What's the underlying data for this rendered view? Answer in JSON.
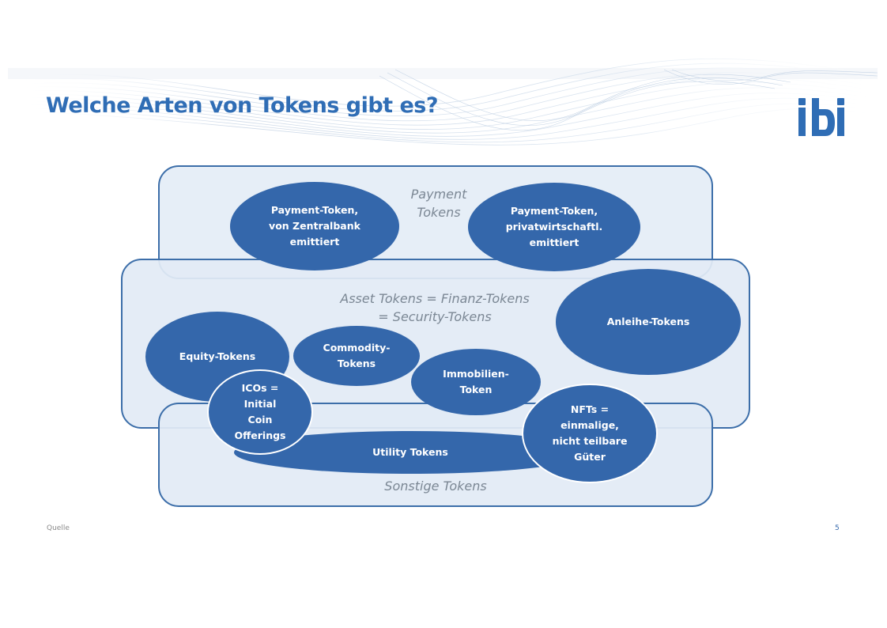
{
  "slide": {
    "title": "Welche Arten von Tokens gibt es?",
    "source_label": "Quelle",
    "page_number": "5"
  },
  "logo": {
    "text": "ibi"
  },
  "colors": {
    "title": "#2f6db5",
    "oval_fill": "#3467ab",
    "zone_fill": "#e6eef7",
    "zone_border": "#3c6ea9",
    "zone_label": "#7b8794"
  },
  "zones": {
    "payment": {
      "label": "Payment\nTokens"
    },
    "asset": {
      "label": "Asset Tokens = Finanz-Tokens\n= Security-Tokens"
    },
    "other": {
      "label": "Sonstige Tokens"
    }
  },
  "ovals": {
    "payment_central": "Payment-Token,\nvon Zentralbank\nemittiert",
    "payment_private": "Payment-Token,\nprivatwirtschaftl.\nemittiert",
    "anleihe": "Anleihe-Tokens",
    "equity": "Equity-Tokens",
    "commodity": "Commodity-\nTokens",
    "immobilien": "Immobilien-\nToken",
    "utility": "Utility Tokens",
    "ico": "ICOs =\nInitial\nCoin\nOfferings",
    "nft": "NFTs =\neinmalige,\nnicht teilbare\nGüter"
  }
}
